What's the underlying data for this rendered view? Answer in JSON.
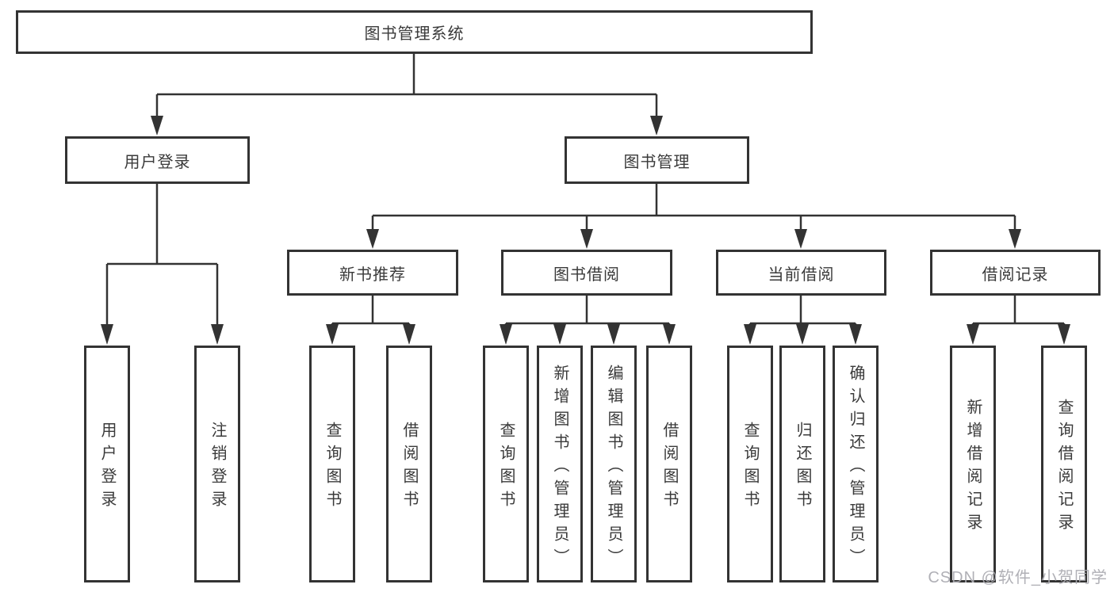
{
  "diagram_title": "图书管理系统",
  "nodes": {
    "root": {
      "label": "图书管理系统"
    },
    "user_login": {
      "label": "用户登录"
    },
    "book_mgmt": {
      "label": "图书管理"
    },
    "new_book_rec": {
      "label": "新书推荐"
    },
    "book_borrow": {
      "label": "图书借阅"
    },
    "current_borrow": {
      "label": "当前借阅"
    },
    "borrow_records": {
      "label": "借阅记录"
    },
    "leaf_user_login": {
      "label": "用户登录"
    },
    "leaf_logout": {
      "label": "注销登录"
    },
    "leaf_query_books_rec": {
      "label": "查询图书"
    },
    "leaf_borrow_books_rec": {
      "label": "借阅图书"
    },
    "leaf_query_books_borrow": {
      "label": "查询图书"
    },
    "leaf_add_books": {
      "label": "新增图书（管理员）"
    },
    "leaf_edit_books": {
      "label": "编辑图书（管理员）"
    },
    "leaf_borrow_books_borrow": {
      "label": "借阅图书"
    },
    "leaf_query_books_current": {
      "label": "查询图书"
    },
    "leaf_return_books": {
      "label": "归还图书"
    },
    "leaf_confirm_return": {
      "label": "确认归还（管理员）"
    },
    "leaf_add_borrow_record": {
      "label": "新增借阅记录"
    },
    "leaf_query_borrow_record": {
      "label": "查询借阅记录"
    }
  },
  "watermark": "CSDN @软件_小贺同学",
  "colors": {
    "line": "#333333",
    "box_border": "#333333",
    "text": "#3a3a3a",
    "background": "#ffffff",
    "watermark": "#acacb2"
  }
}
